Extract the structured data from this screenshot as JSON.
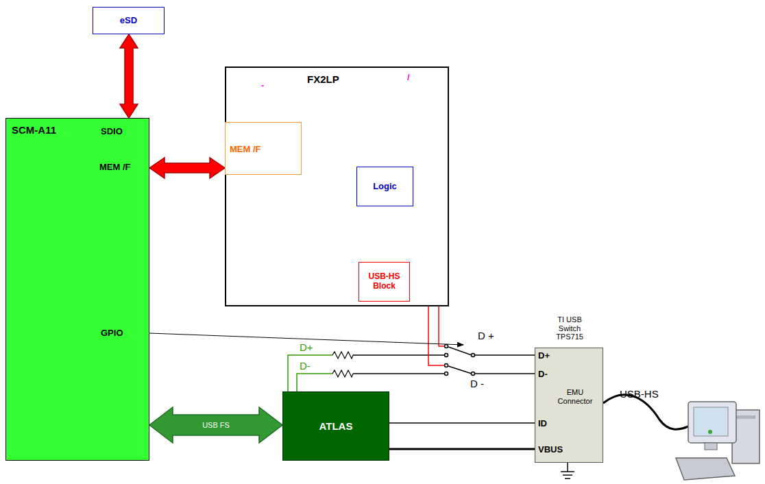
{
  "diagram": {
    "nodes": [
      {
        "text": [
          "eSD"
        ]
      },
      {
        "text": [
          "SCM-A11",
          "SDIO",
          "MEM /F",
          "GPIO"
        ]
      },
      {
        "text": [
          "FX2LP"
        ]
      },
      {
        "text": [
          "MEM /F"
        ],
        "in": 2
      },
      {
        "text": [
          "Logic"
        ],
        "in": 2
      },
      {
        "text": [
          "USB-HS Block"
        ],
        "in": 2
      },
      {
        "text": [
          "ATLAS"
        ]
      },
      {
        "text": [
          "TI USB Switch TPS715",
          "D+",
          "D-",
          "EMU Connector",
          "ID",
          "VBUS"
        ]
      }
    ],
    "edges": [
      {
        "from": 0,
        "to": 1,
        "arrow": "both"
      },
      {
        "from": 1,
        "to": 3,
        "arrow": "both"
      },
      {
        "from": 3,
        "to": 4,
        "arrow": "both"
      },
      {
        "from": 4,
        "to": 5,
        "arrow": "both"
      },
      {
        "from": 1,
        "to": 6,
        "label": "USB FS",
        "arrow": "both"
      },
      {
        "from": 6,
        "to": 7,
        "arrow": "none"
      },
      {
        "from": 6,
        "to": 7,
        "arrow": "none"
      }
    ],
    "labels": [
      "-",
      "/",
      "D+",
      "D-",
      "D +",
      "D -",
      "USB-HS"
    ]
  }
}
